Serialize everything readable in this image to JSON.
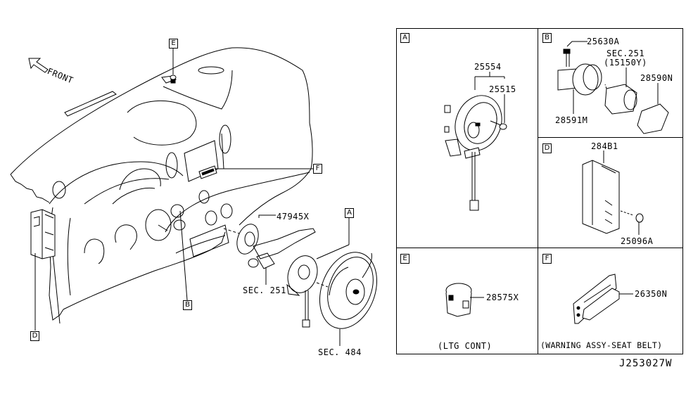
{
  "diagram": {
    "figure_id": "J253027W",
    "orientation_label": "FRONT",
    "main_view": {
      "callouts": [
        {
          "id": "E",
          "target": "instrument-panel-top-switch"
        },
        {
          "id": "F",
          "target": "center-panel-switch"
        },
        {
          "id": "A",
          "target": "spiral-cable"
        },
        {
          "id": "B",
          "target": "ignition-switch-area"
        },
        {
          "id": "D",
          "target": "control-unit"
        }
      ],
      "part_labels": {
        "p47945x": "47945X",
        "sec251": "SEC. 251",
        "sec484": "SEC. 484"
      }
    },
    "panels": {
      "A": {
        "label": "A",
        "parts": [
          "25554",
          "25515"
        ]
      },
      "B": {
        "label": "B",
        "parts": [
          "25630A",
          "SEC.251",
          "(15150Y)",
          "28590N",
          "28591M"
        ]
      },
      "D": {
        "label": "D",
        "parts": [
          "284B1",
          "25096A"
        ]
      },
      "E": {
        "label": "E",
        "parts": [
          "28575X"
        ],
        "caption": "(LTG CONT)"
      },
      "F": {
        "label": "F",
        "parts": [
          "26350N"
        ],
        "caption": "(WARNING ASSY-SEAT BELT)"
      }
    }
  }
}
